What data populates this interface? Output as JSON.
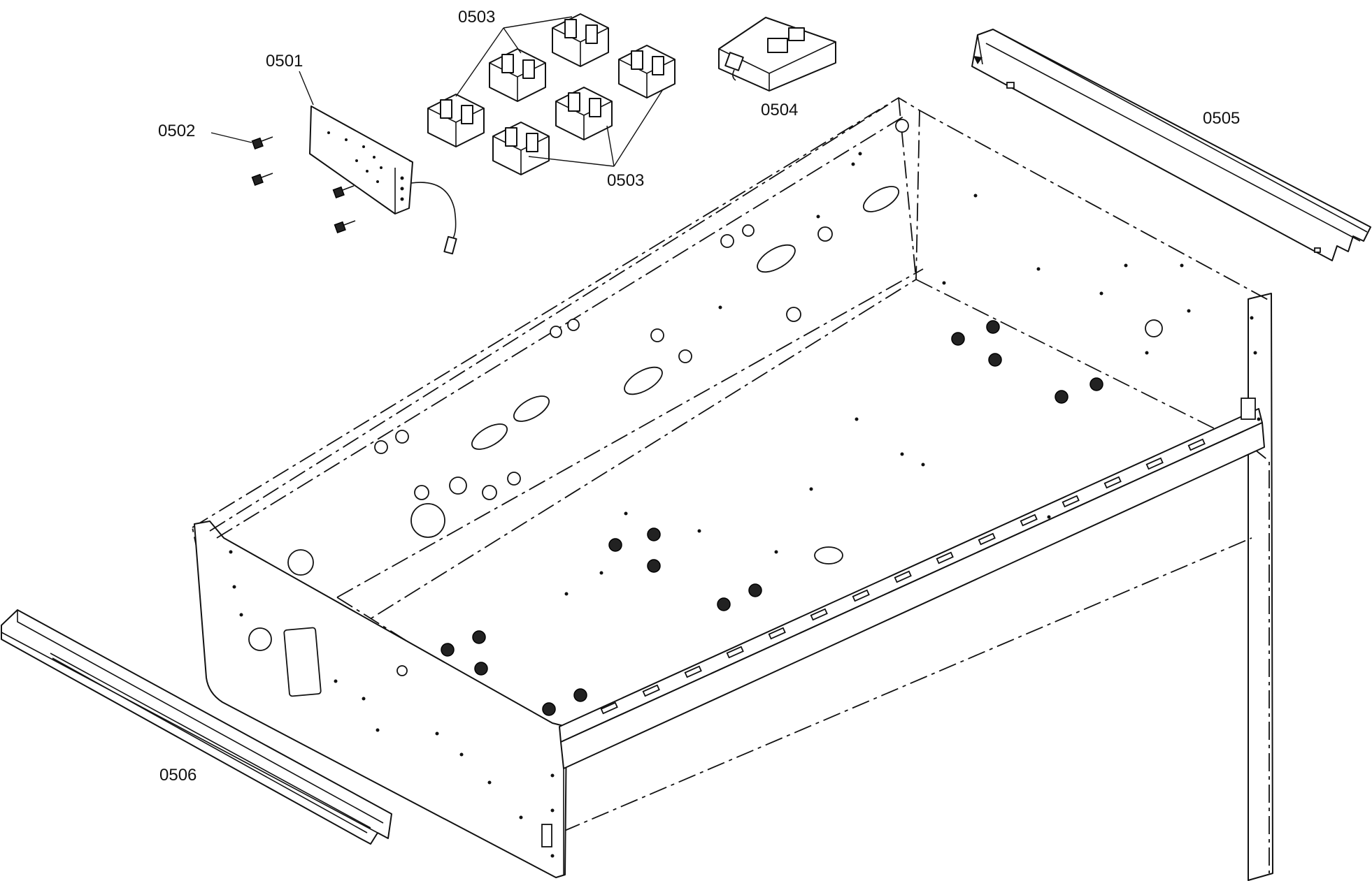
{
  "diagram": {
    "labels": {
      "part_0501": "0501",
      "part_0502": "0502",
      "part_0503_top": "0503",
      "part_0503_bottom": "0503",
      "part_0504": "0504",
      "part_0505": "0505",
      "part_0506": "0506"
    },
    "colors": {
      "line": "#111111",
      "background": "#ffffff"
    }
  }
}
